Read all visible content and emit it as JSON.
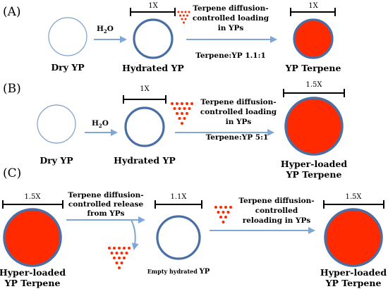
{
  "panels": {
    "a": {
      "tag": "(A)",
      "dry": "Dry YP",
      "water": "H",
      "water_sub": "2",
      "water_end": "O",
      "hydrated": "Hydrated YP",
      "scale_hydrated": "1X",
      "process_line1": "Terpene diffusion-",
      "process_line2": "controlled loading",
      "process_line3": "in YPs",
      "ratio": "Terpene:YP 1.1:1",
      "scale_result": "1X",
      "result": "YP Terpene"
    },
    "b": {
      "tag": "(B)",
      "dry": "Dry YP",
      "water": "H",
      "water_sub": "2",
      "water_end": "O",
      "hydrated": "Hydrated YP",
      "scale_hydrated": "1X",
      "process_line1": "Terpene diffusion-",
      "process_line2": "controlled loading",
      "process_line3": "in YPs",
      "ratio": "Terpene:YP  5:1",
      "scale_result": "1.5X",
      "result_line1": "Hyper-loaded",
      "result_line2": "YP Terpene"
    },
    "c": {
      "tag": "(C)",
      "scale_start": "1.5X",
      "start_line1": "Hyper-loaded",
      "start_line2": "YP Terpene",
      "release_line1": "Terpene diffusion-",
      "release_line2": "controlled release",
      "release_line3": "from YPs",
      "scale_empty": "1.1X",
      "empty_a": "Empty",
      "empty_b": " hydrated ",
      "empty_c": "YP",
      "reload_line1": "Terpene diffusion-",
      "reload_line2": "controlled",
      "reload_line3": "reloading in  YPs",
      "scale_result": "1.5X",
      "result_line1": "Hyper-loaded",
      "result_line2": "YP Terpene"
    }
  },
  "colors": {
    "membrane": "#4a6fa5",
    "dry_membrane": "#7da0cc",
    "arrow": "#7ea6d8",
    "terpene": "#ff2a00",
    "scale_bar": "#000000"
  }
}
